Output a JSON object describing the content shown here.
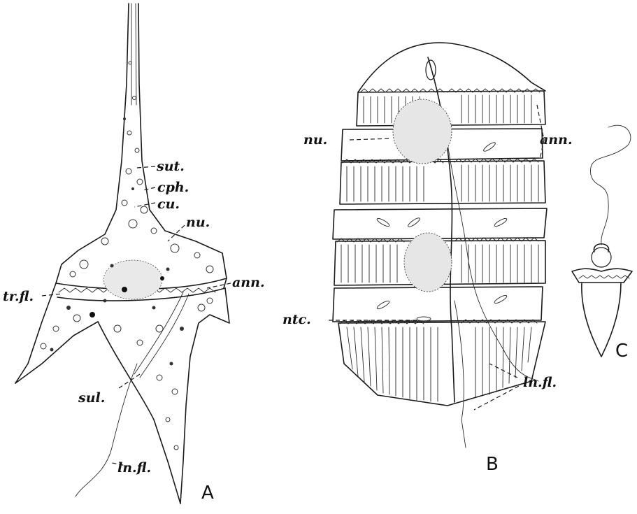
{
  "figure_a": {
    "panel_label": "A",
    "labels": {
      "sut": "sut.",
      "cph": "cph.",
      "cu": "cu.",
      "nu": "nu.",
      "ann": "ann.",
      "trfl": "tr.fl.",
      "sul": "sul.",
      "lnfl": "ln.fl."
    }
  },
  "figure_b": {
    "panel_label": "B",
    "labels": {
      "nu": "nu.",
      "ann": "ann.",
      "ntc": "ntc.",
      "lnfl": "ln.fl."
    }
  },
  "figure_c": {
    "panel_label": "C"
  }
}
